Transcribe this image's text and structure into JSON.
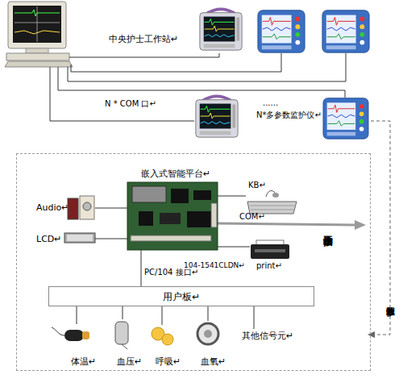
{
  "diagram": {
    "nodes": [
      {
        "text": [
          "中央护士工作站↵"
        ]
      },
      {
        "text": [
          "嵌入式智能平台↵"
        ]
      },
      {
        "text": [
          "Audio↵"
        ],
        "in": 1
      },
      {
        "text": [
          "LCD↵"
        ],
        "in": 1
      },
      {
        "text": [
          "104-1541CLDN↵"
        ],
        "in": 1
      },
      {
        "text": [
          "KB↵"
        ],
        "in": 1
      },
      {
        "text": [
          "print↵"
        ],
        "in": 1
      },
      {
        "text": [
          "用户板↵"
        ],
        "in": 1
      },
      {
        "text": [
          "体温↵"
        ],
        "in": 1
      },
      {
        "text": [
          "血压↵"
        ],
        "in": 1
      },
      {
        "text": [
          "呼吸↵"
        ],
        "in": 1
      },
      {
        "text": [
          "血氧↵"
        ],
        "in": 1
      },
      {
        "text": [
          "其他信号元↵"
        ],
        "in": 1
      }
    ],
    "edges": [
      {
        "from": 2,
        "to": 4,
        "arrow": "none"
      },
      {
        "from": 3,
        "to": 4,
        "arrow": "none"
      },
      {
        "from": 4,
        "to": 5,
        "arrow": "none"
      },
      {
        "from": 4,
        "to": 6,
        "arrow": "none"
      },
      {
        "from": 4,
        "to": 7,
        "label": "PC/104 接口↵",
        "arrow": "none"
      },
      {
        "from": 7,
        "to": 8,
        "arrow": "none"
      },
      {
        "from": 7,
        "to": 9,
        "arrow": "none"
      },
      {
        "from": 7,
        "to": 10,
        "arrow": "none"
      },
      {
        "from": 7,
        "to": 11,
        "arrow": "none"
      },
      {
        "from": 7,
        "to": 12,
        "arrow": "none"
      }
    ],
    "labels": [
      "N * COM 口↵",
      "N*多参数监护仪↵",
      "......",
      "COM↵",
      "连接至中央护士工作站",
      "单参数仪分解图"
    ]
  }
}
